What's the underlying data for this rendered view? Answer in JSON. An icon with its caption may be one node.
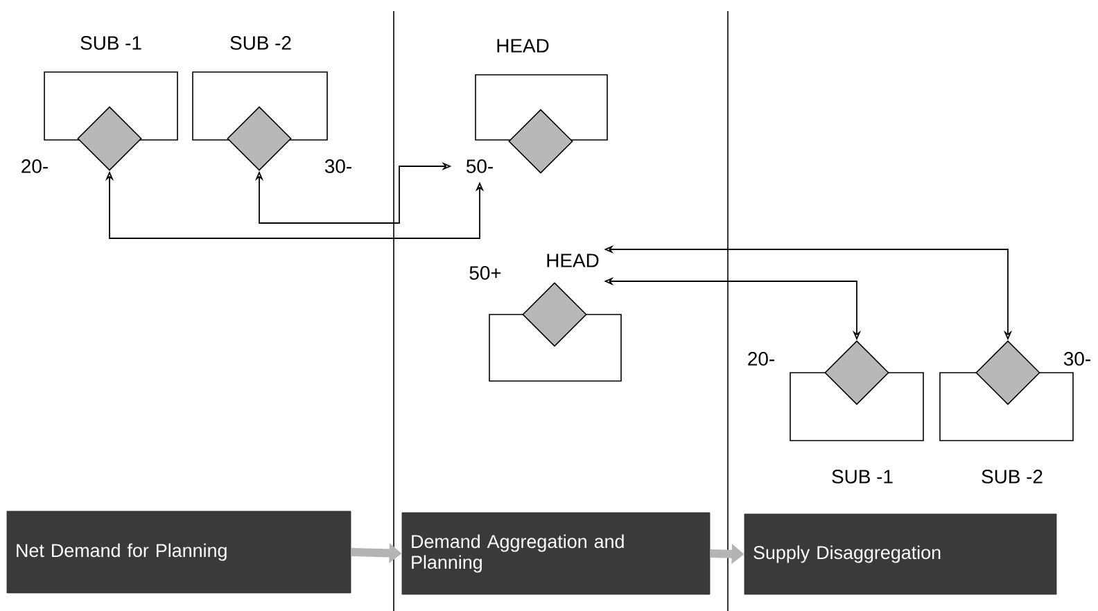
{
  "diagram": {
    "nodes": [
      {
        "text": [
          "SUB -1"
        ]
      },
      {
        "text": [],
        "shape": "diamond"
      },
      {
        "text": [
          "SUB -2"
        ]
      },
      {
        "text": [],
        "shape": "diamond"
      },
      {
        "text": [
          "HEAD"
        ]
      },
      {
        "text": [],
        "shape": "diamond"
      },
      {
        "text": [
          "50-"
        ]
      },
      {
        "text": [
          "HEAD"
        ]
      },
      {
        "text": [],
        "shape": "box"
      },
      {
        "text": [],
        "shape": "diamond"
      },
      {
        "text": [
          "SUB -1"
        ]
      },
      {
        "text": [],
        "shape": "diamond"
      },
      {
        "text": [
          "SUB -2"
        ]
      },
      {
        "text": [],
        "shape": "diamond"
      },
      {
        "text": [
          "Net Demand for Planning"
        ]
      },
      {
        "text": [
          "Demand Aggregation and Planning"
        ]
      },
      {
        "text": [
          "Supply Disaggregation"
        ]
      }
    ],
    "edges": [
      {
        "from": 3,
        "to": 6,
        "arrow": "both"
      },
      {
        "from": 1,
        "to": 6,
        "arrow": "both"
      },
      {
        "from": 13,
        "to": 7,
        "arrow": "both"
      },
      {
        "from": 11,
        "to": 7,
        "arrow": "both"
      },
      {
        "from": 14,
        "to": 15,
        "arrow": "to",
        "style": "thick",
        "color": "#b4b4b4"
      },
      {
        "from": 15,
        "to": 16,
        "arrow": "to",
        "style": "thick",
        "color": "#b4b4b4"
      }
    ],
    "labels": [
      "20-",
      "30-",
      "50+",
      "20-",
      "30-"
    ]
  }
}
